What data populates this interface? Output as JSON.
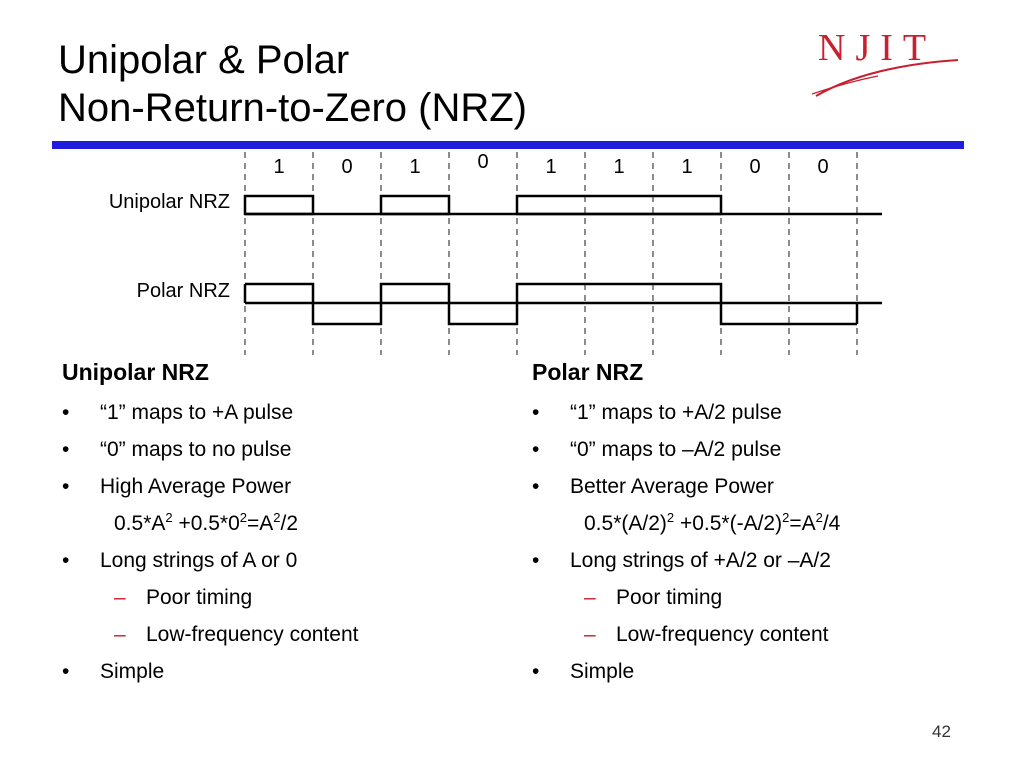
{
  "slide": {
    "title_line1": "Unipolar & Polar",
    "title_line2": "Non-Return-to-Zero (NRZ)",
    "page_number": "42",
    "logo_text": "NJIT",
    "colors": {
      "rule": "#1e1edc",
      "logo": "#c8202f",
      "dash": "#c8202f"
    }
  },
  "diagram": {
    "bits": [
      "1",
      "0",
      "1",
      "0",
      "1",
      "1",
      "1",
      "0",
      "0"
    ],
    "bit_values": [
      1,
      0,
      1,
      0,
      1,
      1,
      1,
      0,
      0
    ],
    "unipolar_label": "Unipolar NRZ",
    "polar_label": "Polar NRZ"
  },
  "left": {
    "heading": "Unipolar NRZ",
    "b1": "“1” maps to +A pulse",
    "b2": "“0” maps to no pulse",
    "b3": "High Average Power",
    "f_a": "0.5*A",
    "f_b": "+0.5*0",
    "f_c": "=A",
    "f_d": "/2",
    "sup": "2",
    "b4": "Long strings of A or 0",
    "s1": "Poor timing",
    "s2": "Low-frequency content",
    "b5": "Simple"
  },
  "right": {
    "heading": "Polar NRZ",
    "b1": "“1” maps to +A/2 pulse",
    "b2": "“0” maps to –A/2 pulse",
    "b3": "Better Average Power",
    "f_a": "0.5*(A/2)",
    "f_b": "+0.5*(-A/2)",
    "f_c": "=A",
    "f_d": "/4",
    "sup": "2",
    "b4": "Long strings of +A/2 or –A/2",
    "s1": "Poor timing",
    "s2": "Low-frequency content",
    "b5": "Simple"
  }
}
